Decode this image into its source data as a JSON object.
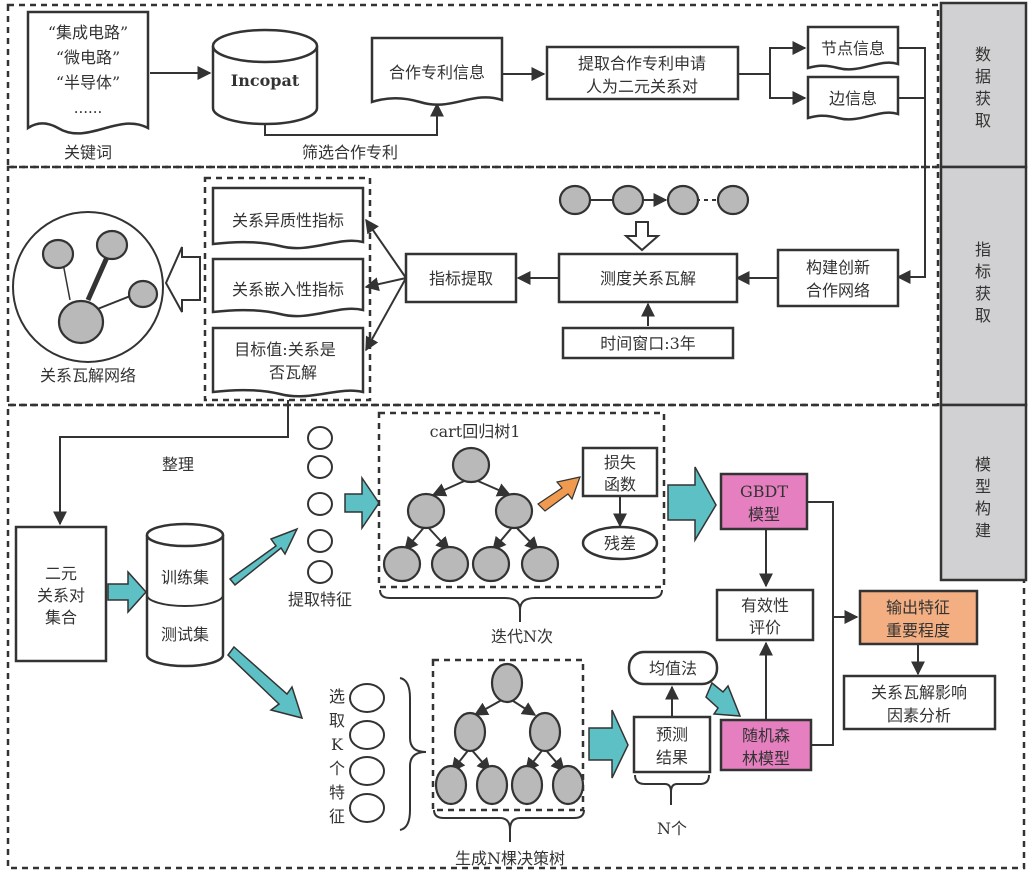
{
  "colors": {
    "model_box": "#e57fbf",
    "output_box": "#f3ae81",
    "flow_arrow": "#5cc0c4",
    "loss_arrow": "#ef9a4f",
    "stage_label_bg": "#d1d1d3",
    "node_fill": "#b9b9b9"
  },
  "stages": {
    "data": "数据获取",
    "index": "指标获取",
    "model": "模型构建"
  },
  "data_stage": {
    "keywords": [
      "“集成电路”",
      "“微电路”",
      "“半导体”",
      "......"
    ],
    "keywords_caption": "关键词",
    "database": "Incopat",
    "filter_label": "筛选合作专利",
    "coop_patent_info": "合作专利信息",
    "extract_pairs": [
      "提取合作专利申请",
      "人为二元关系对"
    ],
    "node_info": "节点信息",
    "edge_info": "边信息"
  },
  "index_stage": {
    "build_network": [
      "构建创新",
      "合作网络"
    ],
    "measure_dissolution": "测度关系瓦解",
    "time_window": "时间窗口:3年",
    "index_extraction": "指标提取",
    "indicators": [
      "关系异质性指标",
      "关系嵌入性指标"
    ],
    "target": [
      "目标值:关系是",
      "否瓦解"
    ],
    "network_caption": "关系瓦解网络"
  },
  "model_stage": {
    "organize_label": "整理",
    "binary_set": [
      "二元",
      "关系对",
      "集合"
    ],
    "train_set": "训练集",
    "test_set": "测试集",
    "extract_features": "提取特征",
    "cart_tree_title": "cart回归树1",
    "loss_function": [
      "损失",
      "函数"
    ],
    "residual": "残差",
    "iterate_label": "迭代N次",
    "gbdt_model": [
      "GBDT",
      "模型"
    ],
    "effectiveness": [
      "有效性",
      "评价"
    ],
    "output_importance": [
      "输出特征",
      "重要程度"
    ],
    "factor_analysis": [
      "关系瓦解影响",
      "因素分析"
    ],
    "select_k_features": [
      "选",
      "取",
      "K",
      "个",
      "特",
      "征"
    ],
    "generate_trees": "生成N棵决策树",
    "prediction": [
      "预测",
      "结果"
    ],
    "n_count": "N个",
    "mean_method": "均值法",
    "random_forest": [
      "随机森",
      "林模型"
    ]
  }
}
